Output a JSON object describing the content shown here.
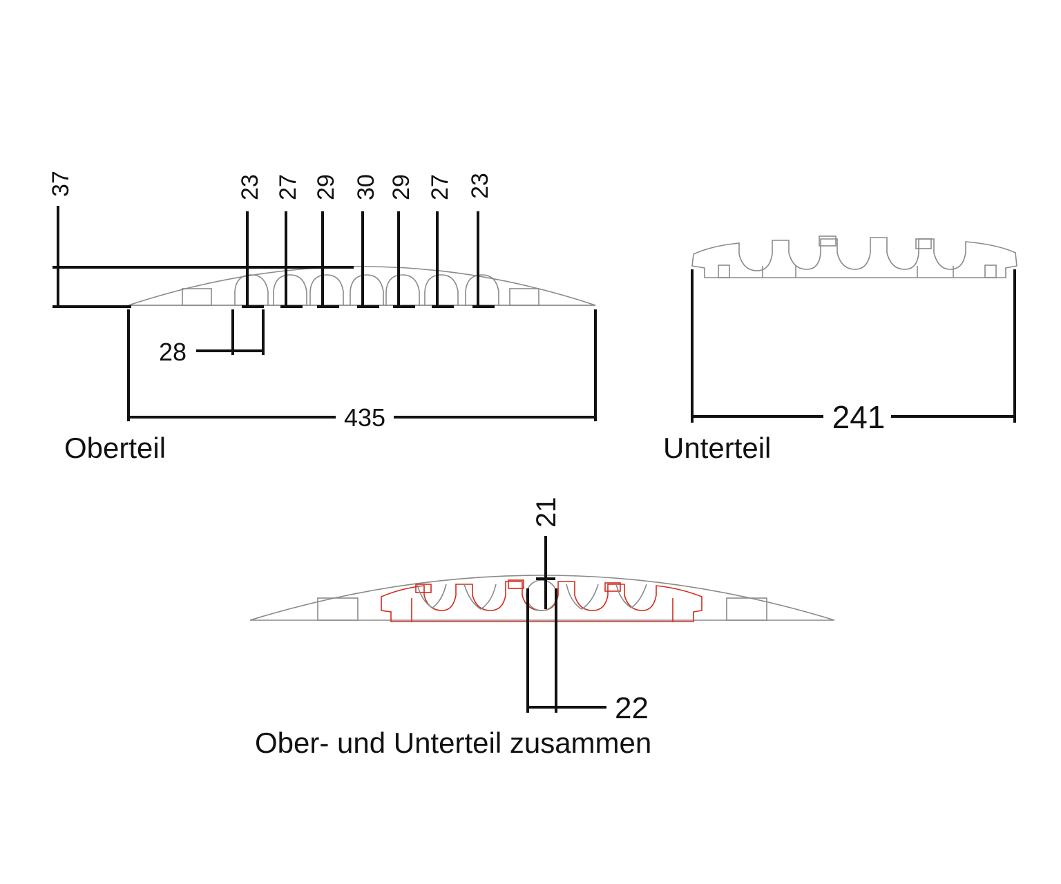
{
  "oberteil": {
    "caption": "Oberteil",
    "height_label": "37",
    "channel_labels": [
      "23",
      "27",
      "29",
      "30",
      "29",
      "27",
      "23"
    ],
    "rib_label": "28",
    "width_label": "435"
  },
  "unterteil": {
    "caption": "Unterteil",
    "width_label": "241"
  },
  "combined": {
    "caption": "Ober- und Unterteil zusammen",
    "height_label": "21",
    "gap_label": "22"
  },
  "colors": {
    "dimension": "#111111",
    "outline": "#8a8a8a",
    "lower_part": "#d42a1a"
  }
}
